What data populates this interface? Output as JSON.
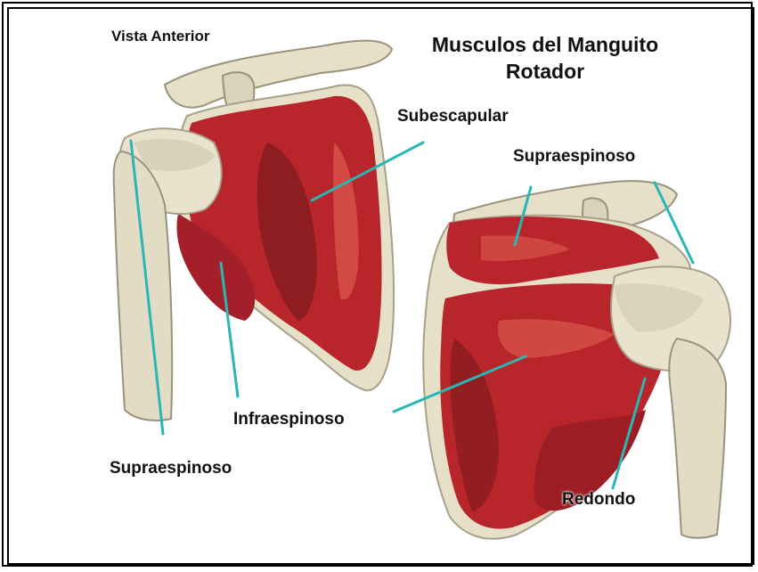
{
  "title_line1": "Musculos del Manguito",
  "title_line2": "Rotador",
  "view_label": "Vista Anterior",
  "labels": {
    "subescapular": "Subescapular",
    "supraespinoso_right": "Supraespinoso",
    "infraespinoso": "Infraespinoso",
    "supraespinoso_left": "Supraespinoso",
    "redondo": "Redondo"
  },
  "colors": {
    "muscle": "#b8252a",
    "muscle_dark": "#7a1a1c",
    "muscle_light": "#d8544a",
    "bone": "#e6e0c8",
    "bone_shadow": "#b8b09a",
    "pointer": "#2ab7b4",
    "border": "#000000"
  }
}
